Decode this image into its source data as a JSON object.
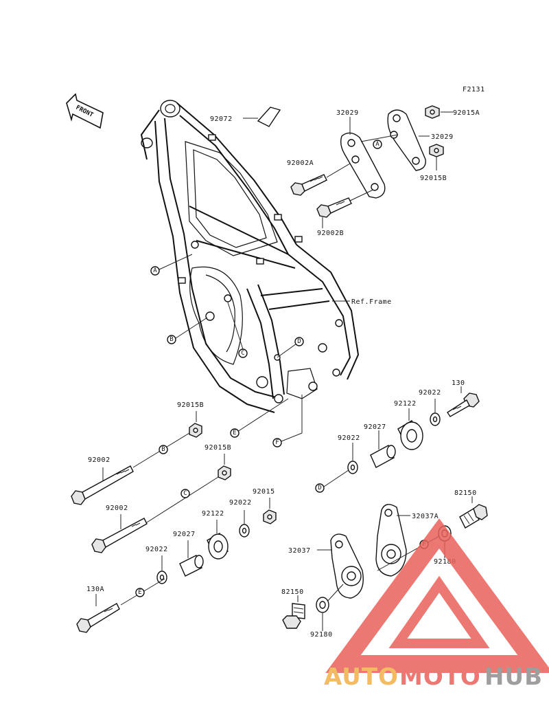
{
  "diagram_id": "F2131",
  "front_label": "FRONT",
  "ref_frame_label": "Ref.Frame",
  "labels": {
    "p92072": "92072",
    "p32029_a": "32029",
    "p32029_b": "32029",
    "p92015A": "92015A",
    "p92015B_top": "92015B",
    "p92002A": "92002A",
    "p92002B": "92002B",
    "p92015B_left": "92015B",
    "p92002_upper": "92002",
    "p92015B_mid": "92015B",
    "p92002_lower": "92002",
    "p92015": "92015",
    "p92022_mid": "92022",
    "p92122_left": "92122",
    "p92027_left": "92027",
    "p92022_left": "92022",
    "p130A": "130A",
    "p130": "130",
    "p92022_right": "92022",
    "p92122_right": "92122",
    "p92027_right": "92027",
    "p92022_right2": "92022",
    "p82150_right": "82150",
    "p32037A": "32037A",
    "p32037": "32037",
    "p92180_right": "92180",
    "p82150_left": "82150",
    "p92180_left": "92180"
  },
  "callouts": {
    "A": "A",
    "B": "B",
    "C": "C",
    "D": "D",
    "E": "E",
    "F": "F"
  },
  "watermark": {
    "part1": "AUTO",
    "part2": "MOTO",
    "part3": "HUB",
    "color_orange": "#f2b04a",
    "color_red": "#e8615a",
    "color_gray": "#8e8e8e"
  }
}
